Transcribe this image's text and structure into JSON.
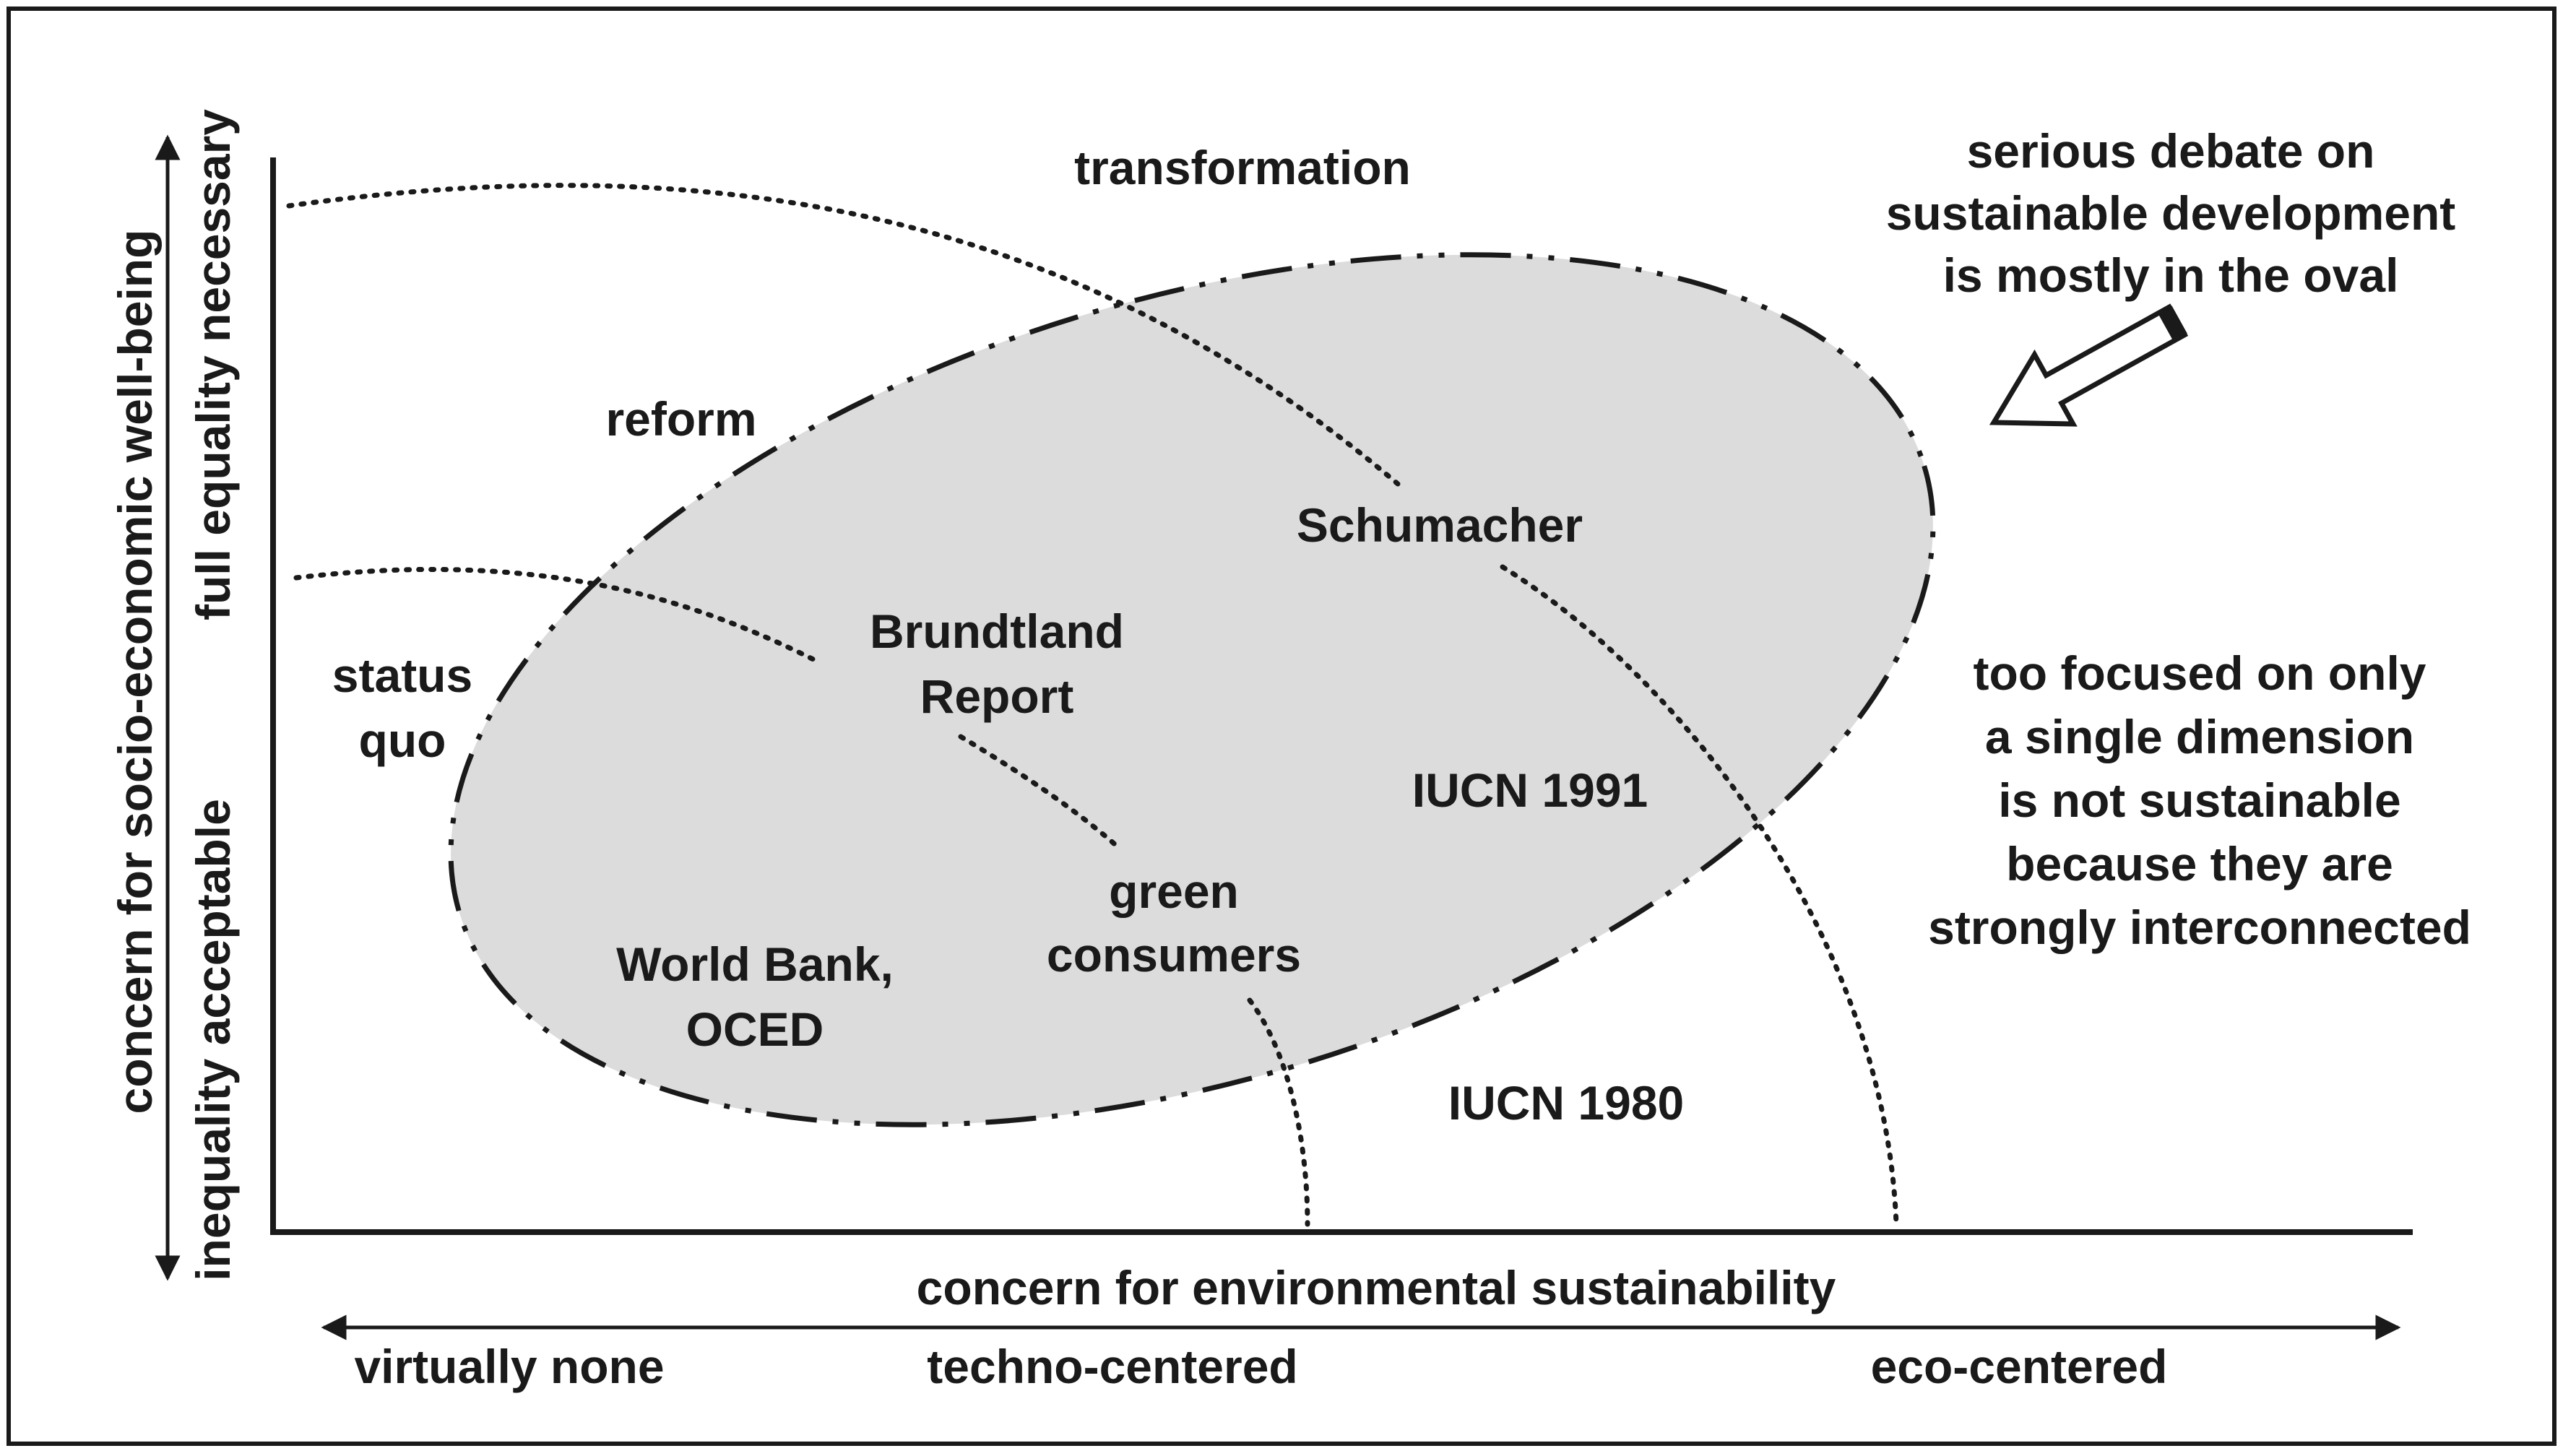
{
  "diagram": {
    "y_axis": {
      "title": "concern for socio-economic well-being",
      "high_label": "full equality necessary",
      "low_label": "inequality acceptable"
    },
    "x_axis": {
      "title": "concern for environmental sustainability",
      "scale_labels": [
        "virtually none",
        "techno-centered",
        "eco-centered"
      ]
    },
    "zones": {
      "transformation": "transformation",
      "reform": "reform",
      "status_quo": [
        "status",
        "quo"
      ]
    },
    "positions": {
      "schumacher": "Schumacher",
      "brundtland": [
        "Brundtland",
        "Report"
      ],
      "iucn_1991": "IUCN 1991",
      "green_consumers": [
        "green",
        "consumers"
      ],
      "world_bank": [
        "World Bank,",
        "OCED"
      ],
      "iucn_1980": "IUCN 1980"
    },
    "callouts": {
      "oval_note": [
        "serious debate on",
        "sustainable development",
        "is mostly in the oval"
      ],
      "single_dimension_note": [
        "too focused on only",
        "a single dimension",
        "is not sustainable",
        "because they are",
        "strongly interconnected"
      ]
    },
    "colors": {
      "oval_fill": "#dcdcdc",
      "ink": "#1a1a1a"
    }
  }
}
